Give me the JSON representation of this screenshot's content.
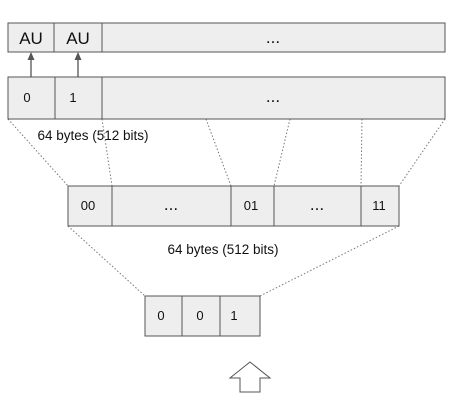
{
  "top_row": {
    "cells": [
      "AU",
      "AU",
      "..."
    ]
  },
  "second_row": {
    "cells": [
      "0",
      "1",
      "..."
    ]
  },
  "middle_row": {
    "cells": [
      "00",
      "...",
      "01",
      "...",
      "11"
    ]
  },
  "bottom_row": {
    "cells": [
      "0",
      "0",
      "1"
    ]
  },
  "labels": {
    "upper_caption": "64 bytes (512 bits)",
    "lower_caption": "64 bytes (512 bits)"
  }
}
